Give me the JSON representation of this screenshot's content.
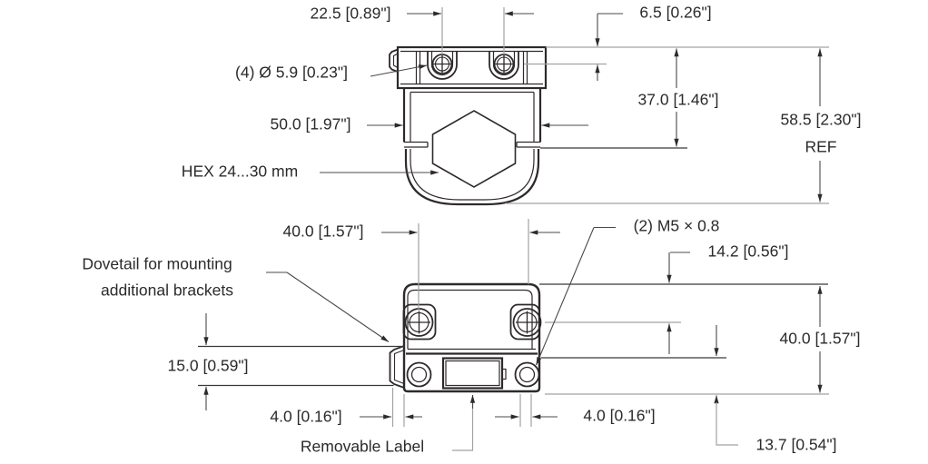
{
  "drawing": {
    "colors": {
      "background": "#ffffff",
      "part_line": "#2e292b",
      "dimension_line": "#4c4849",
      "extension_line": "#a0a2a5",
      "text": "#2d2a2b"
    },
    "top_view": {
      "dim_hole_spacing": "22.5 [0.89\"]",
      "dim_hole_offset_from_top": "6.5 [0.26\"]",
      "note_mounting_holes": "(4) Ø 5.9 [0.23\"]",
      "dim_body_width": "50.0 [1.97\"]",
      "note_hex_clamp": "HEX  24...30 mm",
      "dim_depth_to_slot": "37.0 [1.46\"]",
      "dim_overall_depth": "58.5 [2.30\"]",
      "dim_overall_depth_ref": "REF"
    },
    "bottom_view": {
      "dim_thread_spacing": "40.0 [1.57\"]",
      "note_threaded_holes": "(2) M5 × 0.8",
      "dim_thread_offset_from_top": "14.2 [0.56\"]",
      "note_dovetail_line1": "Dovetail for mounting",
      "note_dovetail_line2": "additional brackets",
      "dim_body_height": "40.0 [1.57\"]",
      "dim_dovetail_height": "15.0 [0.59\"]",
      "dim_dovetail_protrusion": "4.0 [0.16\"]",
      "dim_hole_edge_offset": "4.0 [0.16\"]",
      "note_removable_label": "Removable Label",
      "dim_label_strip_height": "13.7 [0.54\"]"
    }
  }
}
